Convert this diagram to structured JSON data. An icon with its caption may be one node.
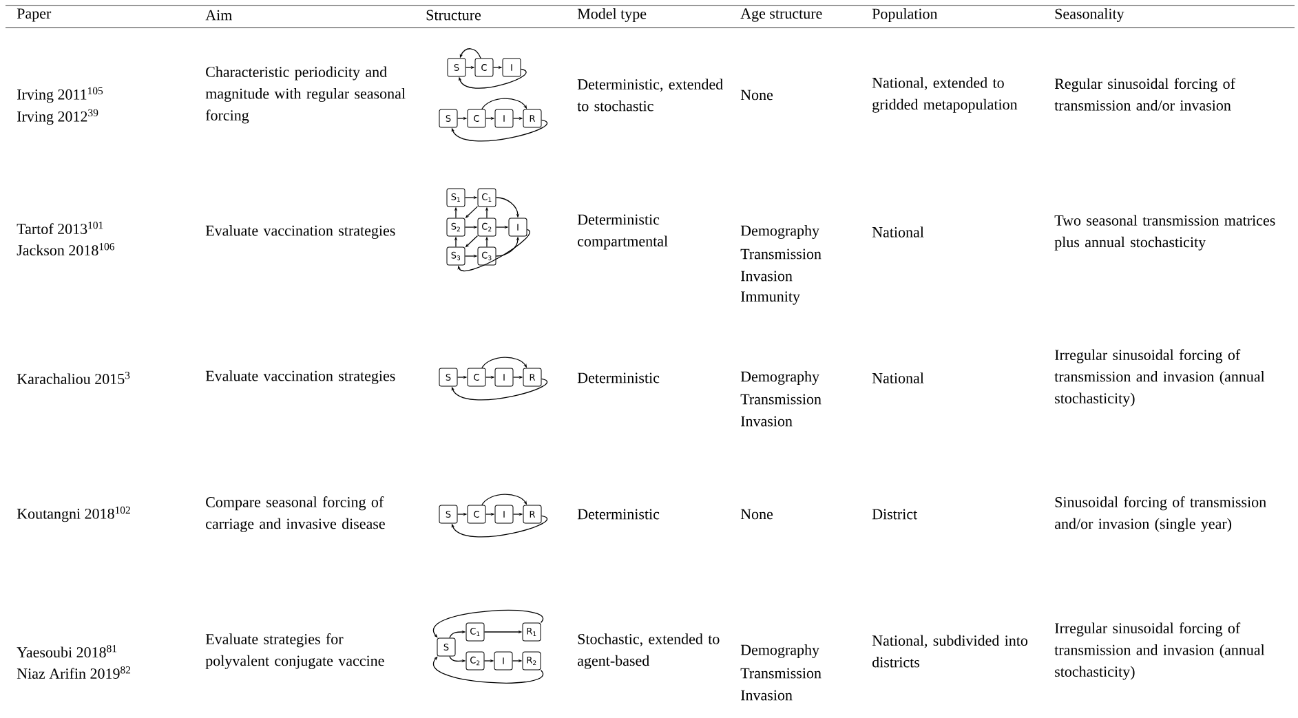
{
  "diagram": {
    "nodes": [
      {
        "text": [
          "S"
        ]
      },
      {
        "text": [
          "C"
        ]
      },
      {
        "text": [
          "I"
        ]
      },
      {
        "text": [
          "S"
        ]
      },
      {
        "text": [
          "C"
        ]
      },
      {
        "text": [
          "I"
        ]
      },
      {
        "text": [
          "R"
        ]
      },
      {
        "text": [
          "S$_{1}$"
        ]
      },
      {
        "text": [
          "C$_{1}$"
        ]
      },
      {
        "text": [
          "S$_{2}$"
        ]
      },
      {
        "text": [
          "C$_{2}$"
        ]
      },
      {
        "text": [
          "I"
        ]
      },
      {
        "text": [
          "S$_{3}$"
        ]
      },
      {
        "text": [
          "C$_{3}$"
        ]
      },
      {
        "text": [
          "S"
        ]
      },
      {
        "text": [
          "C"
        ]
      },
      {
        "text": [
          "I"
        ]
      },
      {
        "text": [
          "R"
        ]
      },
      {
        "text": [
          "S"
        ]
      },
      {
        "text": [
          "C"
        ]
      },
      {
        "text": [
          "I"
        ]
      },
      {
        "text": [
          "R"
        ]
      },
      {
        "text": [
          "S"
        ]
      },
      {
        "text": [
          "C$_{1}$"
        ]
      },
      {
        "text": [
          "R$_{1}$"
        ]
      },
      {
        "text": [
          "C$_{2}$"
        ]
      },
      {
        "text": [
          "I"
        ]
      },
      {
        "text": [
          "R$_{2}$"
        ]
      }
    ],
    "edges": [
      {
        "from": 0,
        "to": 1,
        "arrow": "to"
      },
      {
        "from": 1,
        "to": 2,
        "arrow": "to"
      },
      {
        "from": 1,
        "to": 0,
        "arrow": "to"
      },
      {
        "from": 2,
        "to": 0,
        "arrow": "to"
      },
      {
        "from": 3,
        "to": 4,
        "arrow": "to"
      },
      {
        "from": 4,
        "to": 5,
        "arrow": "to"
      },
      {
        "from": 5,
        "to": 6,
        "arrow": "to"
      },
      {
        "from": 4,
        "to": 6,
        "arrow": "to"
      },
      {
        "from": 6,
        "to": 3,
        "arrow": "to"
      },
      {
        "from": 7,
        "to": 8,
        "arrow": "to"
      },
      {
        "from": 9,
        "to": 10,
        "arrow": "to"
      },
      {
        "from": 12,
        "to": 13,
        "arrow": "to"
      },
      {
        "from": 9,
        "to": 7,
        "arrow": "to"
      },
      {
        "from": 12,
        "to": 9,
        "arrow": "to"
      },
      {
        "from": 10,
        "to": 8,
        "arrow": "to"
      },
      {
        "from": 13,
        "to": 10,
        "arrow": "to"
      },
      {
        "from": 8,
        "to": 9,
        "arrow": "to"
      },
      {
        "from": 10,
        "to": 12,
        "arrow": "to"
      },
      {
        "from": 8,
        "to": 11,
        "arrow": "to"
      },
      {
        "from": 10,
        "to": 11,
        "arrow": "to"
      },
      {
        "from": 13,
        "to": 11,
        "arrow": "to"
      },
      {
        "from": 11,
        "to": 12,
        "arrow": "to"
      },
      {
        "from": 14,
        "to": 15,
        "arrow": "to"
      },
      {
        "from": 15,
        "to": 16,
        "arrow": "to"
      },
      {
        "from": 16,
        "to": 17,
        "arrow": "to"
      },
      {
        "from": 15,
        "to": 17,
        "arrow": "to"
      },
      {
        "from": 17,
        "to": 14,
        "arrow": "to"
      },
      {
        "from": 18,
        "to": 19,
        "arrow": "to"
      },
      {
        "from": 19,
        "to": 20,
        "arrow": "to"
      },
      {
        "from": 20,
        "to": 21,
        "arrow": "to"
      },
      {
        "from": 19,
        "to": 21,
        "arrow": "to"
      },
      {
        "from": 21,
        "to": 18,
        "arrow": "to"
      },
      {
        "from": 22,
        "to": 23,
        "arrow": "to"
      },
      {
        "from": 23,
        "to": 24,
        "arrow": "to"
      },
      {
        "from": 24,
        "to": 22,
        "arrow": "to"
      },
      {
        "from": 22,
        "to": 25,
        "arrow": "to"
      },
      {
        "from": 25,
        "to": 26,
        "arrow": "to"
      },
      {
        "from": 26,
        "to": 27,
        "arrow": "to"
      },
      {
        "from": 27,
        "to": 22,
        "arrow": "to"
      }
    ],
    "labels": [
      "Paper",
      "Aim",
      "Structure",
      "Model type",
      "Age structure",
      "Population",
      "Seasonality",
      "Irving 2011$^{105}$",
      "Irving 2012$^{39}$",
      "Characteristic periodicity and magnitude with regular seasonal forcing",
      "Deterministic, extended to stochastic",
      "None",
      "National, extended to gridded metapopulation",
      "Regular sinusoidal forcing of transmission and/or invasion",
      "Tartof 2013$^{101}$",
      "Jackson 2018$^{106}$",
      "Evaluate vaccination strategies",
      "Deterministic compartmental",
      "Demography",
      "Transmission",
      "Invasion",
      "Immunity",
      "National",
      "Two seasonal transmission matrices plus annual stochasticity",
      "Karachaliou 2015$^{3}$",
      "Evaluate vaccination strategies",
      "Deterministic",
      "Demography",
      "Transmission",
      "Invasion",
      "National",
      "Irregular sinusoidal forcing of transmission and invasion (annual stochasticity)",
      "Koutangni 2018$^{102}$",
      "Compare seasonal forcing of carriage and invasive disease",
      "Deterministic",
      "None",
      "District",
      "Sinusoidal forcing of transmission and/or invasion (single year)",
      "Yaesoubi 2018$^{81}$",
      "Niaz Arifin 2019$^{82}$",
      "Evaluate strategies for polyvalent conjugate vaccine",
      "Stochastic, extended to agent-based",
      "Demography",
      "Transmission",
      "Invasion",
      "National, subdivided into districts",
      "Irregular sinusoidal forcing of transmission and invasion (annual stochasticity)"
    ]
  }
}
